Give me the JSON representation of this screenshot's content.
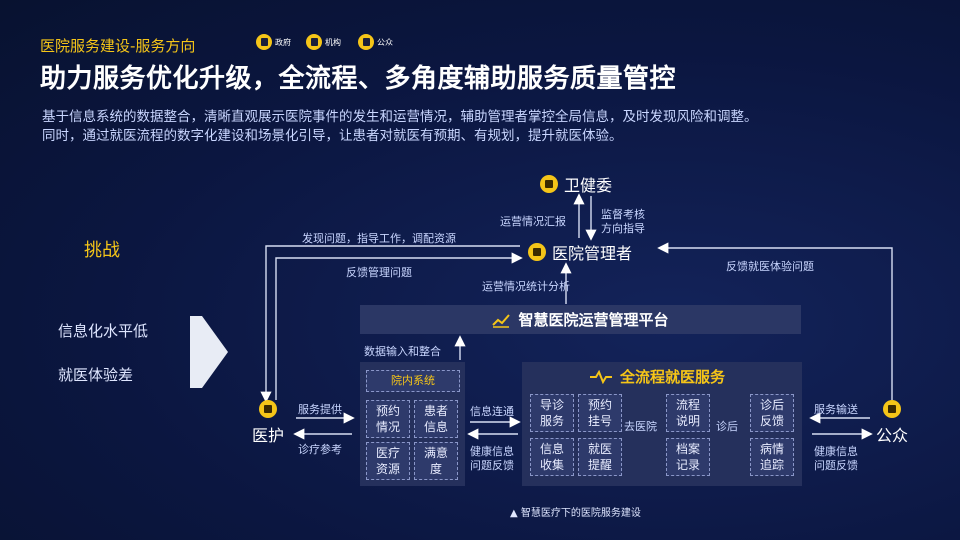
{
  "header": {
    "section_title": "医院服务建设-服务方向",
    "tags": [
      {
        "icon": "government-icon",
        "label": "政府"
      },
      {
        "icon": "institution-icon",
        "label": "机构"
      },
      {
        "icon": "public-icon",
        "label": "公众"
      }
    ],
    "headline": "助力服务优化升级，全流程、多角度辅助服务质量管控",
    "intro_line1": "基于信息系统的数据整合，清晰直观展示医院事件的发生和运营情况，辅助管理者掌控全局信息，及时发现风险和调整。",
    "intro_line2": "同时，通过就医流程的数字化建设和场景化引导，让患者对就医有预期、有规划，提升就医体验。"
  },
  "challenge": {
    "title": "挑战",
    "items": [
      "信息化水平低",
      "就医体验差"
    ]
  },
  "nodes": {
    "health_commission": "卫健委",
    "hospital_manager": "医院管理者",
    "medical_staff": "医护",
    "public": "公众"
  },
  "edges": {
    "report": "运营情况汇报",
    "supervise_1": "监督考核",
    "supervise_2": "方向指导",
    "discover": "发现问题，指导工作，调配资源",
    "feedback_mgmt": "反馈管理问题",
    "stats": "运营情况统计分析",
    "feedback_exp": "反馈就医体验问题",
    "data_input": "数据输入和整合",
    "service_provide": "服务提供",
    "diagnosis_ref": "诊疗参考",
    "info_connect": "信息连通",
    "health_info_1": "健康信息",
    "health_info_2": "问题反馈",
    "service_deliver": "服务输送",
    "public_health_1": "健康信息",
    "public_health_2": "问题反馈",
    "go_hospital": "去医院",
    "after_hospital": "诊后"
  },
  "platform": {
    "title": "智慧医院运营管理平台"
  },
  "internal": {
    "title": "院内系统",
    "cells": [
      "预约情况",
      "患者信息",
      "医疗资源",
      "满意度"
    ]
  },
  "service": {
    "title": "全流程就医服务",
    "cells": [
      "导诊服务",
      "预约挂号",
      "信息收集",
      "就医提醒",
      "流程说明",
      "档案记录",
      "诊后反馈",
      "病情追踪"
    ]
  },
  "caption": "▲ 智慧医疗下的医院服务建设",
  "colors": {
    "accent": "#f5c518",
    "background": "#0b1640",
    "panel": "#25305c"
  }
}
